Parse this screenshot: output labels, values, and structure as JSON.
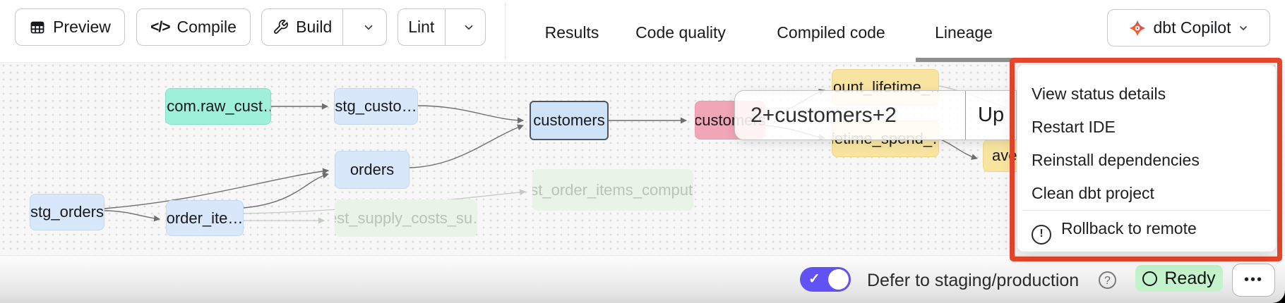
{
  "toolbar": {
    "preview_label": "Preview",
    "compile_label": "Compile",
    "build_label": "Build",
    "lint_label": "Lint",
    "preview_icon": "table-icon",
    "compile_icon": "code-icon",
    "compile_glyph": "</>",
    "build_icon": "wrench-icon"
  },
  "tabs": {
    "items": [
      "Results",
      "Code quality",
      "Compiled code",
      "Lineage"
    ],
    "active": "Lineage"
  },
  "copilot": {
    "label": "dbt Copilot"
  },
  "menu": {
    "items": [
      "View status details",
      "Restart IDE",
      "Reinstall dependencies",
      "Clean dbt project"
    ],
    "rollback_label": "Rollback to remote",
    "rollback_icon_glyph": "!"
  },
  "graph": {
    "selector_text": "2+customers+2",
    "update_label": "Up",
    "nodes": [
      {
        "label": "ecom.raw_cust…",
        "type": "source",
        "color": "#9ff0db"
      },
      {
        "label": "stg_custo…",
        "type": "model",
        "color": "#d8e7fa"
      },
      {
        "label": "customers",
        "type": "model-selected",
        "color": "#cfe3f8"
      },
      {
        "label": "orders",
        "type": "model",
        "color": "#d8e7fa"
      },
      {
        "label": "stg_orders",
        "type": "model",
        "color": "#d8e7fa"
      },
      {
        "label": "order_ite…",
        "type": "model",
        "color": "#d8e7fa"
      },
      {
        "label": "customers",
        "type": "model-highlight",
        "color": "#f1a6b7"
      },
      {
        "label": "count_lifetime_…",
        "type": "metric",
        "color": "#f8e4a0"
      },
      {
        "label": "lifetime_spend_…",
        "type": "metric",
        "color": "#f8e4a0"
      },
      {
        "label": "ave",
        "type": "metric",
        "color": "#f8e4a0"
      },
      {
        "label": "test_order_items_comput…",
        "type": "test-faded",
        "color": "#eaf3e8"
      },
      {
        "label": "test_supply_costs_su…",
        "type": "test-faded",
        "color": "#eaf3e8"
      }
    ]
  },
  "status_bar": {
    "defer_label": "Defer to staging/production",
    "help_glyph": "?",
    "ready_label": "Ready",
    "more_label": "•••",
    "toggle_state": "on"
  },
  "colors": {
    "annotation_red": "#e8472b",
    "toggle_purple": "#6152f3",
    "ready_green": "#c3f2cb",
    "node_teal": "#9ff0db",
    "node_blue": "#d8e7fa",
    "node_pink": "#f1a6b7",
    "node_yellow": "#f8e4a0",
    "node_test_green": "#eaf3e8",
    "copilot_gradient": [
      "#ff6b35",
      "#8b5cf6"
    ]
  }
}
